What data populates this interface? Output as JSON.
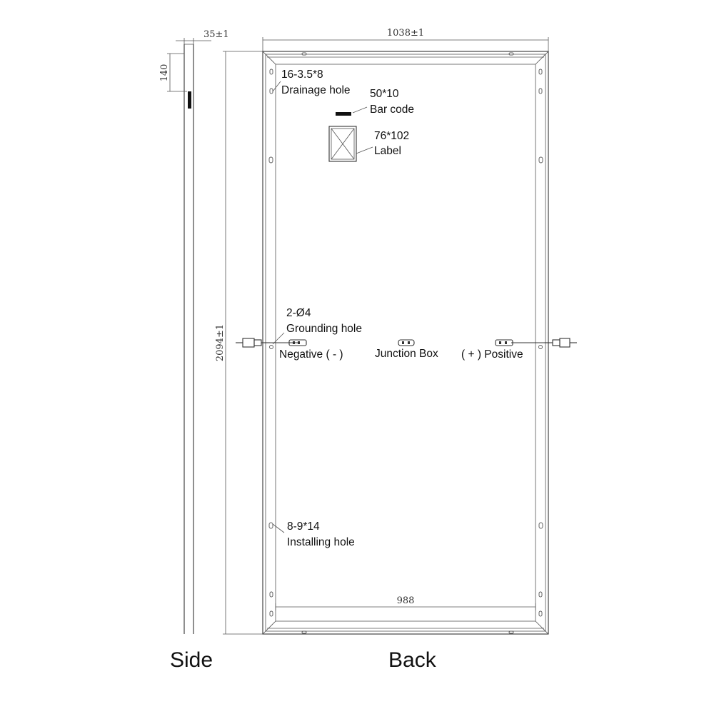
{
  "dimensions": {
    "width_total": "1038±1",
    "height_total": "2094±1",
    "frame_depth": "35±1",
    "side_offset": "140",
    "inner_width": "988"
  },
  "callouts": {
    "drainage_spec": "16-3.5*8",
    "drainage_label": "Drainage hole",
    "barcode_spec": "50*10",
    "barcode_label": "Bar code",
    "label_spec": "76*102",
    "label_label": "Label",
    "grounding_spec": "2-Ø4",
    "grounding_label": "Grounding hole",
    "negative_label": "Negative ( - )",
    "junction_label": "Junction Box",
    "positive_label": "( + ) Positive",
    "installing_spec": "8-9*14",
    "installing_label": "Installing hole"
  },
  "views": {
    "side": "Side",
    "back": "Back"
  }
}
